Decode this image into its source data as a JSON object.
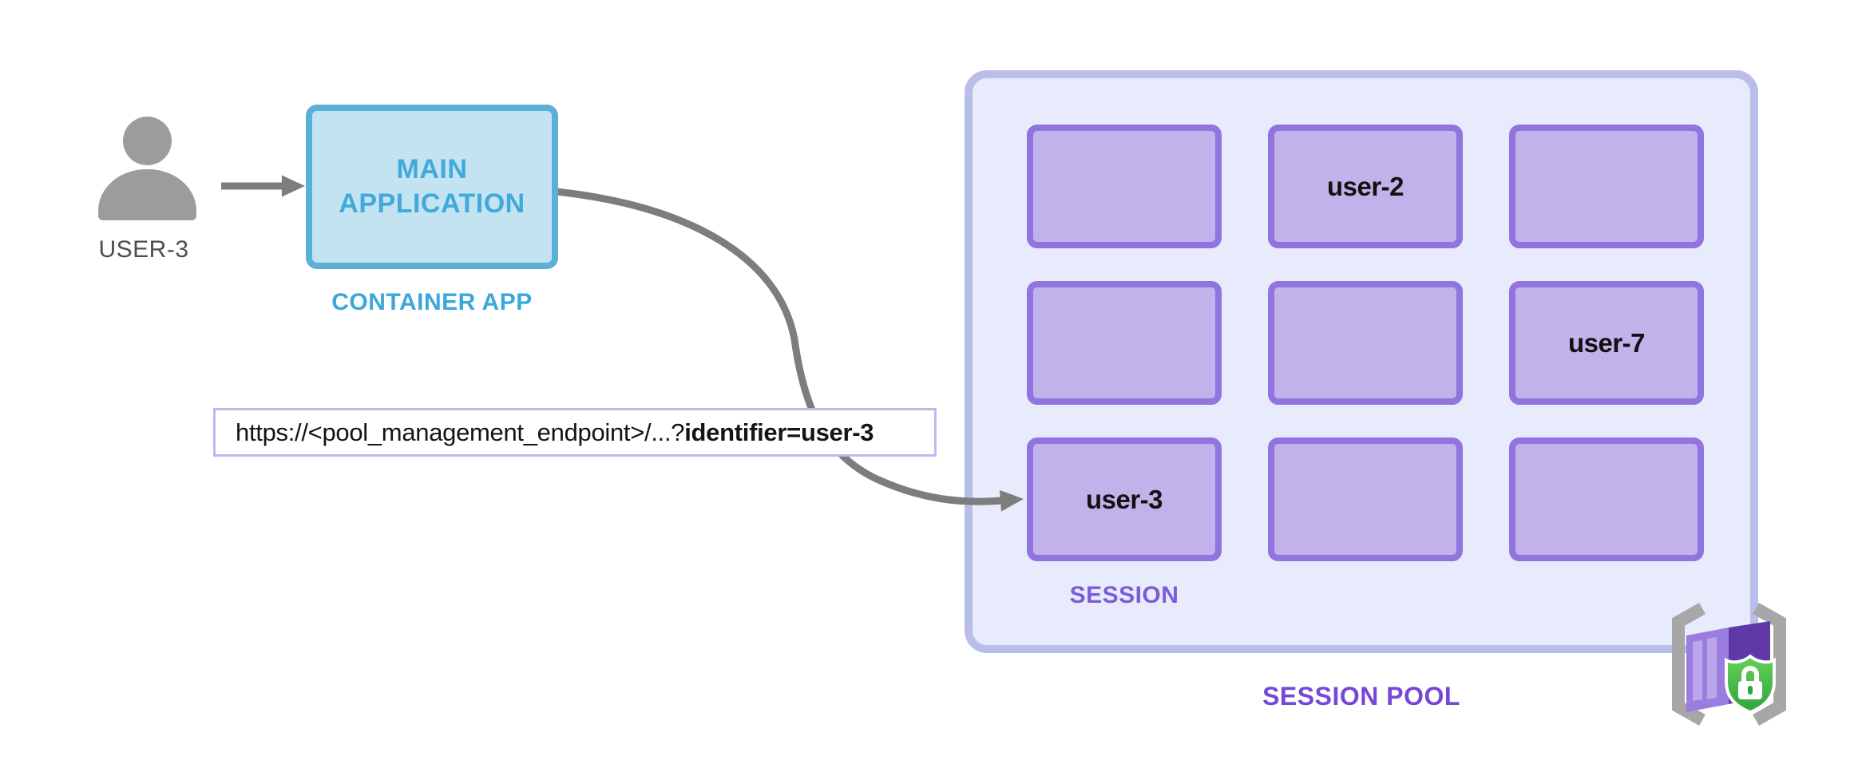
{
  "user": {
    "label": "USER-3"
  },
  "container_app": {
    "box_label": "MAIN APPLICATION",
    "caption": "CONTAINER APP"
  },
  "request": {
    "url_plain": "https://<pool_management_endpoint>/...?",
    "url_bold": "identifier=user-3"
  },
  "session_pool": {
    "caption": "SESSION POOL",
    "session_caption": "SESSION",
    "sessions": [
      {
        "label": ""
      },
      {
        "label": "user-2"
      },
      {
        "label": ""
      },
      {
        "label": ""
      },
      {
        "label": ""
      },
      {
        "label": "user-7"
      },
      {
        "label": "user-3"
      },
      {
        "label": ""
      },
      {
        "label": ""
      }
    ]
  },
  "icons": {
    "user_icon": "person-icon",
    "pool_icon": "container-apps-sessions-shield-lock-icon"
  },
  "colors": {
    "app_fill": "#C4E3F1",
    "app_border": "#5BB1D5",
    "app_text": "#41A9DC",
    "pool_fill": "#E8EBFB",
    "pool_border": "#B9BEE9",
    "session_fill": "#C1B3EA",
    "session_border": "#9174E0",
    "session_label_text": "#7A5CD8",
    "session_pool_text": "#7747D6",
    "url_border": "#BEB8EB",
    "arrow_gray": "#7D7D7D",
    "person_gray": "#9C9C9C",
    "shield_green": "#3FB244"
  }
}
